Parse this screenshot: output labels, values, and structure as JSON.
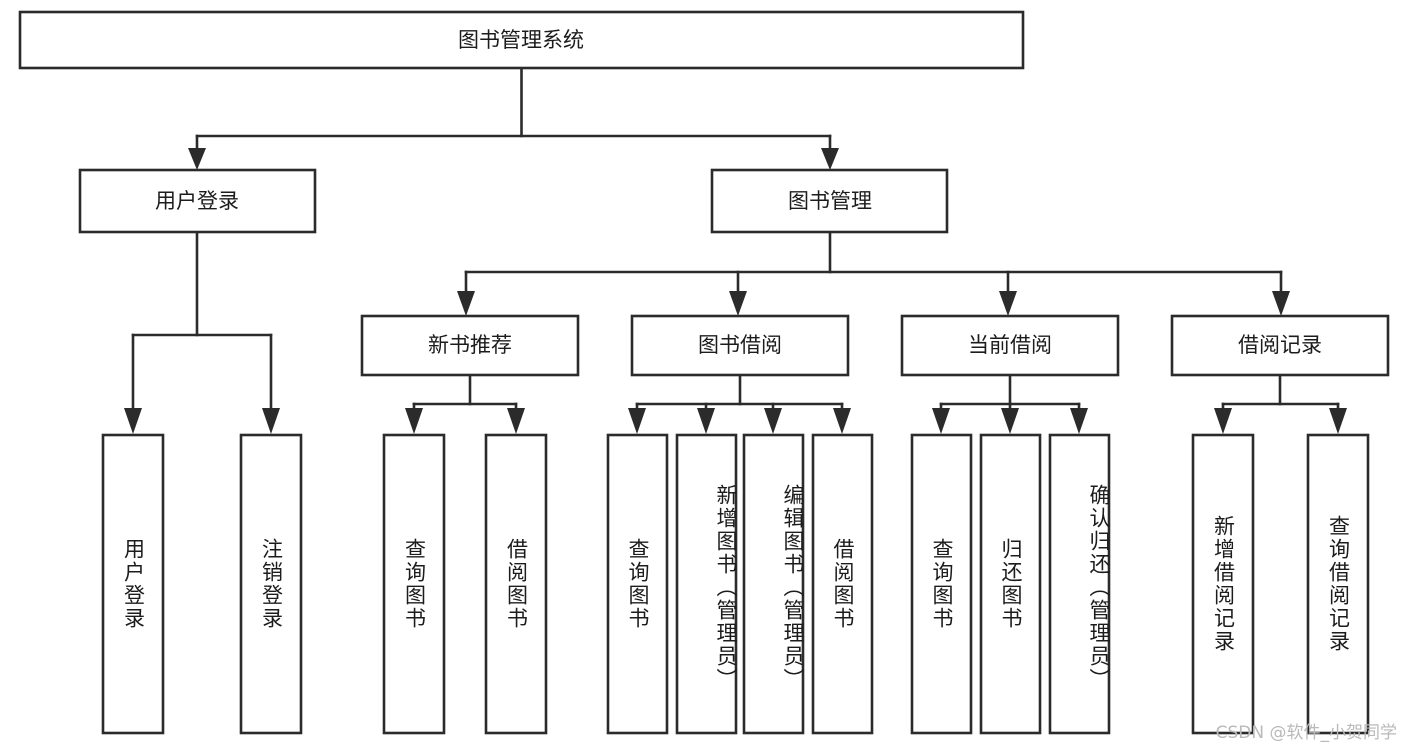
{
  "diagram": {
    "type": "tree-hierarchy",
    "title": "图书管理系统",
    "root": {
      "id": "root",
      "label": "图书管理系统",
      "orientation": "horizontal"
    },
    "level2": [
      {
        "id": "user-login",
        "label": "用户登录",
        "orientation": "horizontal"
      },
      {
        "id": "book-manage",
        "label": "图书管理",
        "orientation": "horizontal"
      }
    ],
    "level3": [
      {
        "id": "new-book-rec",
        "label": "新书推荐",
        "parent": "book-manage",
        "orientation": "horizontal"
      },
      {
        "id": "book-borrow",
        "label": "图书借阅",
        "parent": "book-manage",
        "orientation": "horizontal"
      },
      {
        "id": "current-borrow",
        "label": "当前借阅",
        "parent": "book-manage",
        "orientation": "horizontal"
      },
      {
        "id": "borrow-record",
        "label": "借阅记录",
        "parent": "book-manage",
        "orientation": "horizontal"
      }
    ],
    "leaves": [
      {
        "id": "leaf-user-login",
        "label": "用户登录",
        "parent": "user-login",
        "orientation": "vertical"
      },
      {
        "id": "leaf-user-logout",
        "label": "注销登录",
        "parent": "user-login",
        "orientation": "vertical"
      },
      {
        "id": "leaf-query-book-1",
        "label": "查询图书",
        "parent": "new-book-rec",
        "orientation": "vertical"
      },
      {
        "id": "leaf-borrow-book-1",
        "label": "借阅图书",
        "parent": "new-book-rec",
        "orientation": "vertical"
      },
      {
        "id": "leaf-query-book-2",
        "label": "查询图书",
        "parent": "book-borrow",
        "orientation": "vertical"
      },
      {
        "id": "leaf-add-book",
        "label": "新增图书（管理员）",
        "parent": "book-borrow",
        "orientation": "vertical"
      },
      {
        "id": "leaf-edit-book",
        "label": "编辑图书（管理员）",
        "parent": "book-borrow",
        "orientation": "vertical"
      },
      {
        "id": "leaf-borrow-book-2",
        "label": "借阅图书",
        "parent": "book-borrow",
        "orientation": "vertical"
      },
      {
        "id": "leaf-query-book-3",
        "label": "查询图书",
        "parent": "current-borrow",
        "orientation": "vertical"
      },
      {
        "id": "leaf-return-book",
        "label": "归还图书",
        "parent": "current-borrow",
        "orientation": "vertical"
      },
      {
        "id": "leaf-confirm-return",
        "label": "确认归还（管理员）",
        "parent": "current-borrow",
        "orientation": "vertical"
      },
      {
        "id": "leaf-add-record",
        "label": "新增借阅记录",
        "parent": "borrow-record",
        "orientation": "vertical"
      },
      {
        "id": "leaf-query-record",
        "label": "查询借阅记录",
        "parent": "borrow-record",
        "orientation": "vertical"
      }
    ],
    "colors": {
      "stroke": "#2b2b2b",
      "fill": "#ffffff",
      "text": "#1c1c1c",
      "watermark": "#b9b9b9",
      "background": "#ffffff"
    }
  },
  "watermark": {
    "text": "CSDN @软件_小贺同学"
  }
}
